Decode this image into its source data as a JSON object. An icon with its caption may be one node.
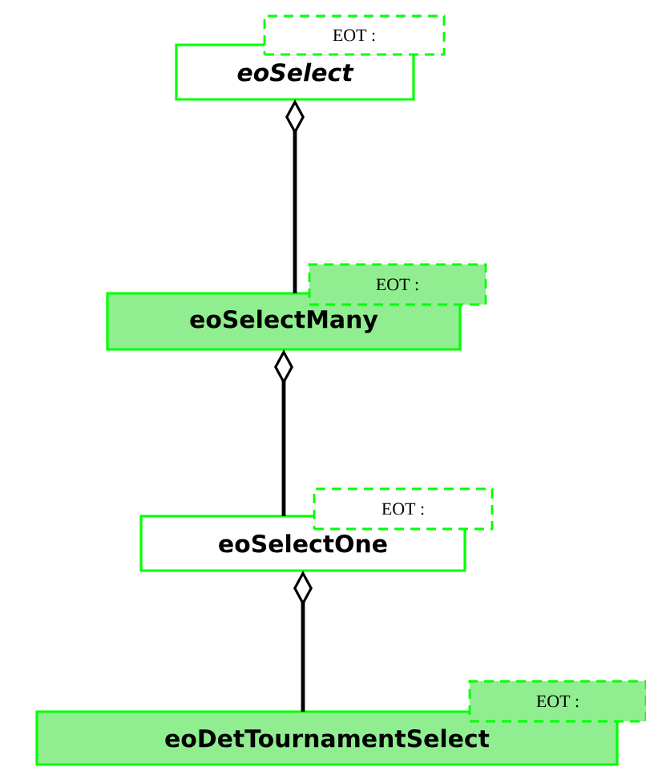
{
  "diagram": {
    "nodes": [
      {
        "text": [
          "EOT :"
        ]
      },
      {
        "text": [
          "eoSelect"
        ]
      },
      {
        "text": [
          "EOT :"
        ]
      },
      {
        "text": [
          "eoSelectMany"
        ]
      },
      {
        "text": [
          "EOT :"
        ]
      },
      {
        "text": [
          "eoSelectOne"
        ]
      },
      {
        "text": [
          "EOT :"
        ]
      },
      {
        "text": [
          "eoDetTournamentSelect"
        ]
      }
    ],
    "edges": [
      {
        "from": 3,
        "to": 1,
        "arrow": "other"
      },
      {
        "from": 5,
        "to": 3,
        "arrow": "other"
      },
      {
        "from": 7,
        "to": 5,
        "arrow": "other"
      }
    ]
  }
}
